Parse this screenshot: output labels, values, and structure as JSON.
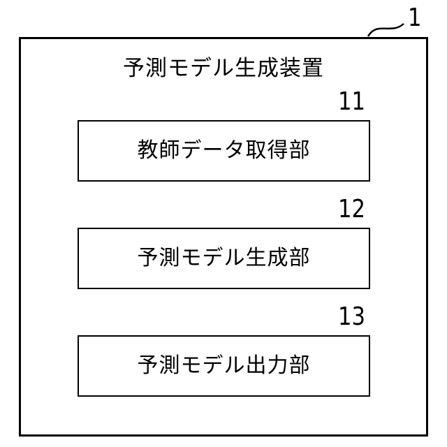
{
  "device": {
    "title": "予測モデル生成装置",
    "ref": "1"
  },
  "units": [
    {
      "label": "教師データ取得部",
      "ref": "11"
    },
    {
      "label": "予測モデル生成部",
      "ref": "12"
    },
    {
      "label": "予測モデル出力部",
      "ref": "13"
    }
  ]
}
